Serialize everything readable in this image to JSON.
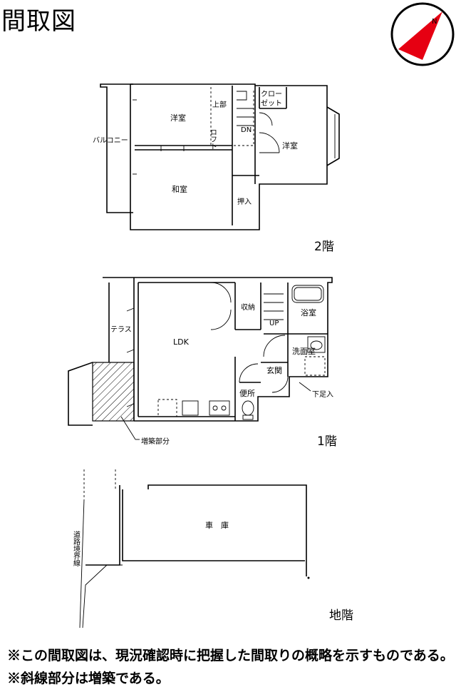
{
  "header": {
    "title": "間取図"
  },
  "compass": {
    "letter": "N",
    "color": "#e60012"
  },
  "floor2": {
    "label": "2階",
    "rooms": {
      "western_a": "洋室",
      "loft_1": "上部",
      "loft_2": "ロフト",
      "down": "DN",
      "closet_1": "クロー",
      "closet_2": "ゼット",
      "western_b": "洋室",
      "balcony": "バルコニー",
      "japanese": "和室",
      "oshiire": "押入"
    }
  },
  "floor1": {
    "label": "1階",
    "rooms": {
      "storage": "収納",
      "up": "UP",
      "bath": "浴室",
      "terrace": "テラス",
      "ldk": "LDK",
      "washroom": "洗面室",
      "entrance": "玄関",
      "toilet": "便所",
      "shoe_step": "下足入",
      "extension": "増築部分"
    }
  },
  "basement": {
    "label": "地階",
    "rooms": {
      "garage": "車　庫",
      "road_boundary": "道路境界線"
    }
  },
  "notes": [
    "※この間取図は、現況確認時に把握した間取りの概略を示すものである。",
    "※斜線部分は増築である。"
  ]
}
